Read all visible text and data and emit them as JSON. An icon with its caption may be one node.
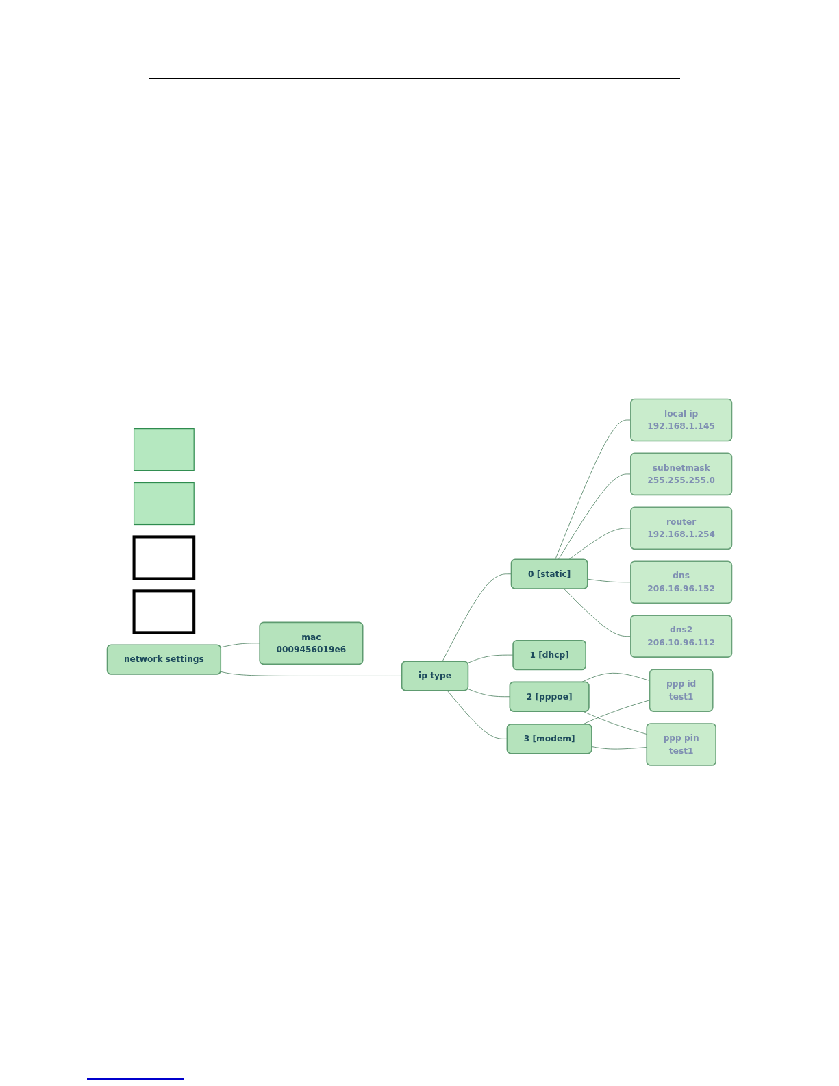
{
  "diagram": {
    "nodes": [
      {
        "text": [],
        "shape": "box"
      },
      {
        "text": [],
        "shape": "box"
      },
      {
        "text": [],
        "shape": "box"
      },
      {
        "text": [],
        "shape": "box"
      },
      {
        "text": [
          "network settings"
        ]
      },
      {
        "text": [
          "ip type"
        ]
      },
      {
        "text": [
          "mac",
          "0009456019e6"
        ]
      },
      {
        "text": [
          "0 [static]"
        ]
      },
      {
        "text": [
          "local ip",
          "192.168.1.145"
        ]
      },
      {
        "text": [
          "subnetmask",
          "255.255.255.0"
        ]
      },
      {
        "text": [
          "router",
          "192.168.1.254"
        ]
      },
      {
        "text": [
          "dns",
          "206.16.96.152"
        ]
      },
      {
        "text": [
          "dns2",
          "206.10.96.112"
        ]
      },
      {
        "text": [
          "1 [dhcp]"
        ]
      },
      {
        "text": [
          "2 [pppoe]"
        ]
      },
      {
        "text": [
          "3 [modem]"
        ]
      },
      {
        "text": [
          "ppp id",
          "test1"
        ]
      },
      {
        "text": [
          "ppp pin",
          "test1"
        ]
      }
    ],
    "edges": [
      {
        "from": 4,
        "to": 5,
        "arrow": "none"
      },
      {
        "from": 4,
        "to": 6,
        "arrow": "none"
      },
      {
        "from": 5,
        "to": 7,
        "arrow": "none"
      },
      {
        "from": 5,
        "to": 13,
        "arrow": "none"
      },
      {
        "from": 5,
        "to": 14,
        "arrow": "none"
      },
      {
        "from": 5,
        "to": 15,
        "arrow": "none"
      },
      {
        "from": 7,
        "to": 8,
        "arrow": "none"
      },
      {
        "from": 7,
        "to": 9,
        "arrow": "none"
      },
      {
        "from": 7,
        "to": 10,
        "arrow": "none"
      },
      {
        "from": 7,
        "to": 11,
        "arrow": "none"
      },
      {
        "from": 7,
        "to": 12,
        "arrow": "none"
      },
      {
        "from": 14,
        "to": 16,
        "arrow": "none"
      },
      {
        "from": 14,
        "to": 17,
        "arrow": "none"
      },
      {
        "from": 15,
        "to": 16,
        "arrow": "none"
      },
      {
        "from": 15,
        "to": 17,
        "arrow": "none"
      }
    ]
  }
}
